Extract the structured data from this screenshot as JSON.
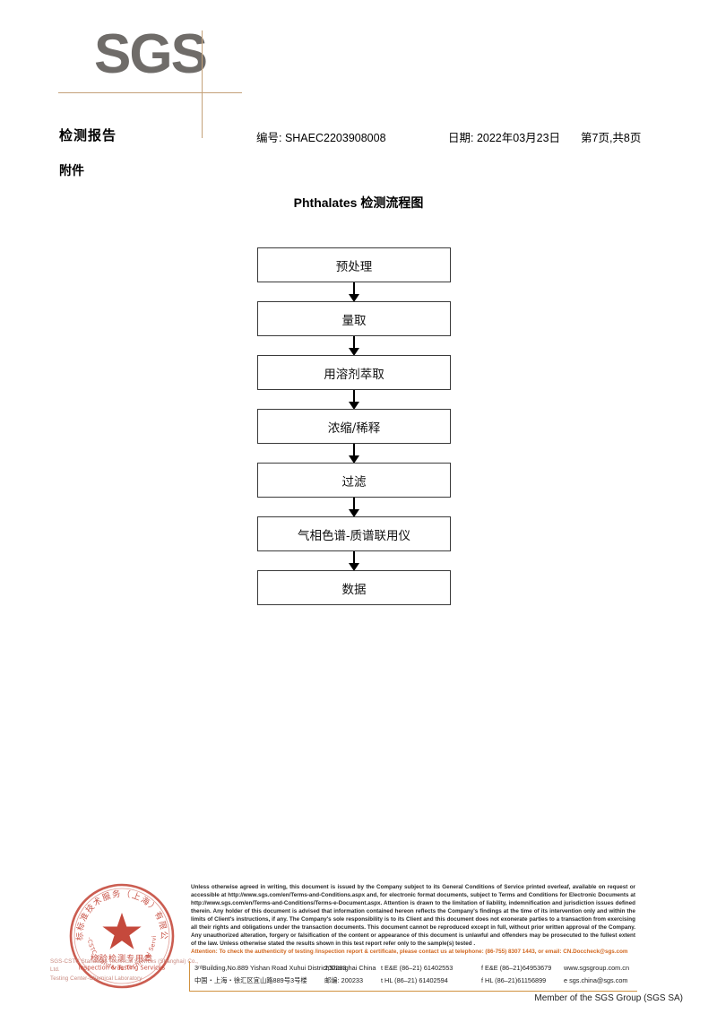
{
  "logo": {
    "text": "SGS"
  },
  "header": {
    "report_title": "检测报告",
    "report_no": "编号: SHAEC2203908008",
    "date": "日期: 2022年03月23日",
    "page": "第7页,共8页",
    "attachment_label": "附件"
  },
  "flowchart": {
    "title": "Phthalates 检测流程图",
    "steps": [
      {
        "label": "预处理"
      },
      {
        "label": "量取"
      },
      {
        "label": "用溶剂萃取"
      },
      {
        "label": "浓缩/稀释"
      },
      {
        "label": "过滤"
      },
      {
        "label": "气相色谱-质谱联用仪"
      },
      {
        "label": "数据"
      }
    ]
  },
  "seal": {
    "company_cn": "通标标准技术服务(上海)有限公司",
    "purpose_cn": "检验检测专用章",
    "purpose_en": "Inspection & Testing Services",
    "sub_line1": "SGS-CSTC Standards Technical Services (Shanghai) Co., Ltd.",
    "sub_line2": "Testing Center-Chemical Laboratory"
  },
  "footer": {
    "legal_text": "Unless otherwise agreed in writing, this document is issued by the Company subject to its General Conditions of Service printed overleaf, available on request or accessible at http://www.sgs.com/en/Terms-and-Conditions.aspx and, for electronic format documents, subject to Terms and Conditions for Electronic Documents at http://www.sgs.com/en/Terms-and-Conditions/Terms-e-Document.aspx. Attention is drawn to the limitation of liability, indemnification and jurisdiction issues defined therein. Any holder of this document is advised that information contained hereon reflects the Company's findings at the time of its intervention only and within the limits of Client's instructions, if any. The Company's sole responsibility is to its Client and this document does not exonerate parties to a transaction from exercising all their rights and obligations under the transaction documents. This document cannot be reproduced except in full, without prior written approval of the Company. Any unauthorized alteration, forgery or falsification of the content or appearance of this document is unlawful and offenders may be prosecuted to the fullest extent of the law. Unless otherwise stated the results shown in this test report refer only to the sample(s) tested .",
    "attention_text": "Attention: To check the authenticity of testing /inspection report & certificate, please contact us at telephone: (86-755) 8307 1443, or email: CN.Doccheck@sgs.com",
    "address_en": "3ʳᵈBuilding,No.889 Yishan Road Xuhui District,Shanghai China",
    "address_cn": "中国・上海・徐汇区宜山路889号3号楼",
    "zip_en": "200233",
    "zip_cn": "邮编: 200233",
    "tel_en_1": "t E&E (86–21) 61402553",
    "tel_en_2": "f E&E (86–21)64953679",
    "tel_cn_1": "t HL (86–21) 61402594",
    "tel_cn_2": "f HL (86–21)61156899",
    "website": "www.sgsgroup.com.cn",
    "email": "e  sgs.china@sgs.com",
    "member_line": "Member of the SGS Group (SGS SA)"
  },
  "colors": {
    "logo_gray": "#6f6c69",
    "logo_rule": "#c4a179",
    "attention_orange": "#d1671f",
    "address_rule": "#d1913f",
    "seal_red": "#c0392b"
  }
}
